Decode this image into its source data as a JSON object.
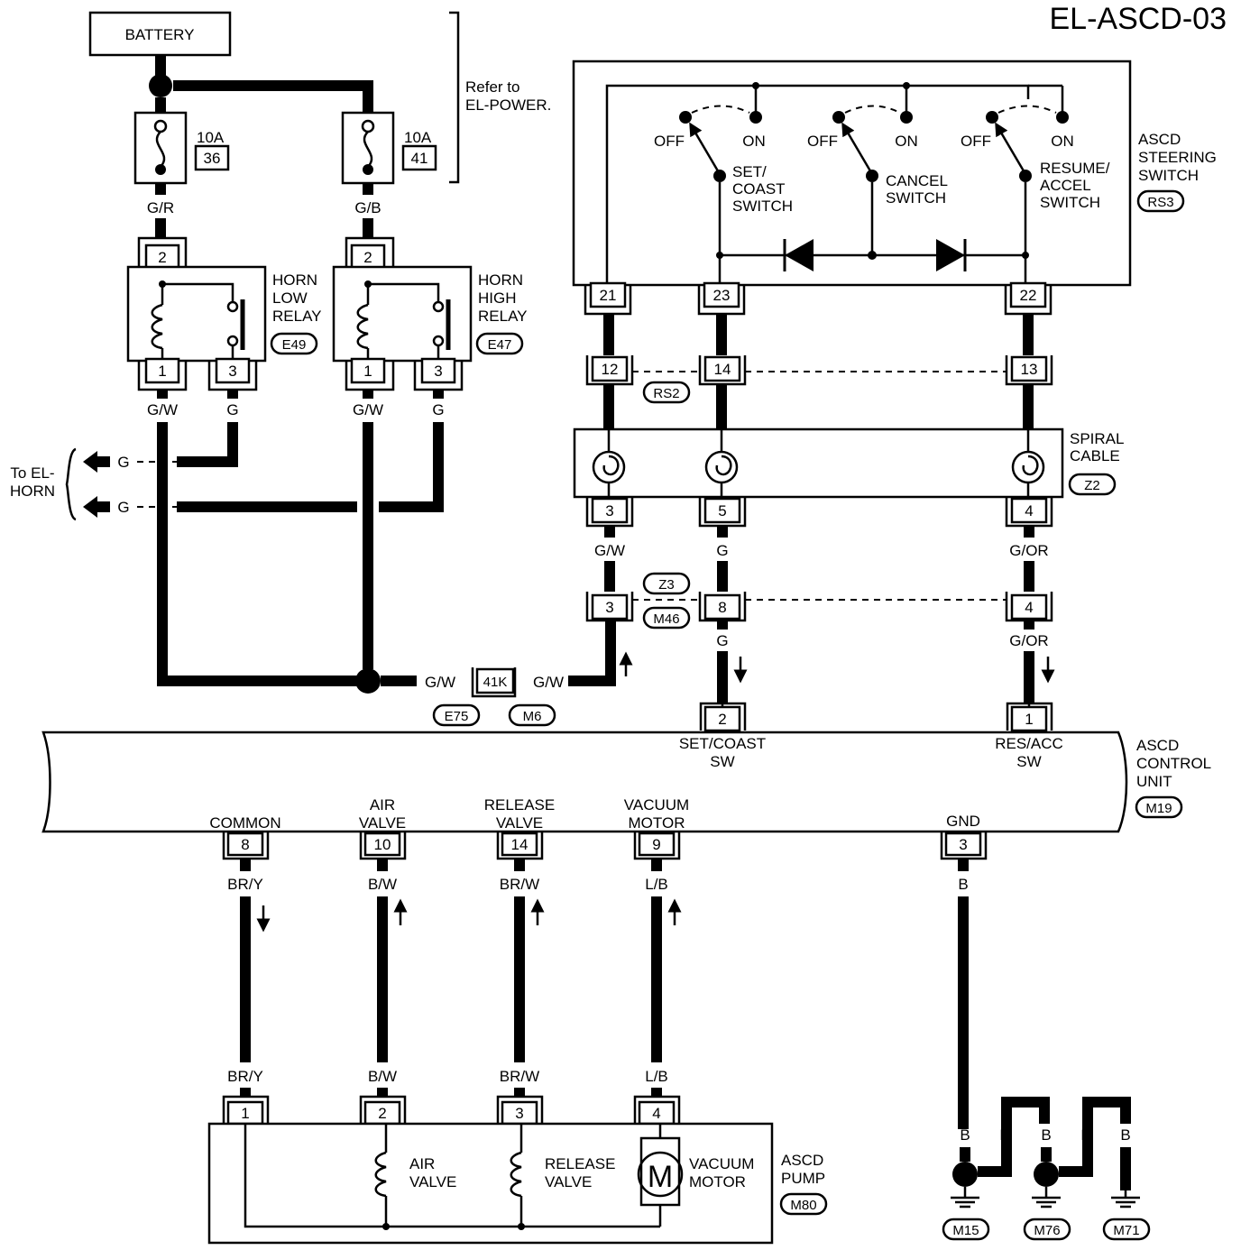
{
  "page_title": "EL-ASCD-03",
  "battery": "BATTERY",
  "refer_note": [
    "Refer to",
    "EL-POWER."
  ],
  "fuses": [
    {
      "amp": "10A",
      "num": "36"
    },
    {
      "amp": "10A",
      "num": "41"
    }
  ],
  "wire_colors": {
    "gr": "G/R",
    "gb": "G/B",
    "gw": "G/W",
    "g": "G",
    "gor": "G/OR",
    "bry": "BR/Y",
    "bw": "B/W",
    "brw": "BR/W",
    "lb": "L/B",
    "b": "B"
  },
  "relays": [
    {
      "name": [
        "HORN",
        "LOW",
        "RELAY"
      ],
      "code": "E49",
      "pins": [
        "2",
        "1",
        "3"
      ]
    },
    {
      "name": [
        "HORN",
        "HIGH",
        "RELAY"
      ],
      "code": "E47",
      "pins": [
        "2",
        "1",
        "3"
      ]
    }
  ],
  "to_horn": [
    "To EL-",
    "HORN"
  ],
  "steering_switch": {
    "name": [
      "ASCD",
      "STEERING",
      "SWITCH"
    ],
    "code": "RS3",
    "off": "OFF",
    "on": "ON",
    "switches": [
      [
        "SET/",
        "COAST",
        "SWITCH"
      ],
      [
        "CANCEL",
        "SWITCH"
      ],
      [
        "RESUME/",
        "ACCEL",
        "SWITCH"
      ]
    ],
    "pins": [
      "21",
      "23",
      "22"
    ]
  },
  "rs2": {
    "code": "RS2",
    "pins": [
      "12",
      "14",
      "13"
    ]
  },
  "spiral_cable": {
    "name": [
      "SPIRAL",
      "CABLE"
    ],
    "code": "Z2",
    "pins": [
      "3",
      "5",
      "4"
    ]
  },
  "z3m46": {
    "codes": [
      "Z3",
      "M46"
    ],
    "pins": [
      "3",
      "8",
      "4"
    ]
  },
  "joint": {
    "pin": "41K",
    "codes": [
      "E75",
      "M6"
    ]
  },
  "control_unit": {
    "name": [
      "ASCD",
      "CONTROL",
      "UNIT"
    ],
    "code": "M19",
    "top_pins": [
      {
        "pin": "2",
        "label": [
          "SET/COAST",
          "SW"
        ]
      },
      {
        "pin": "1",
        "label": [
          "RES/ACC",
          "SW"
        ]
      }
    ],
    "bottom_pins": [
      {
        "pin": "8",
        "label": [
          "COMMON"
        ]
      },
      {
        "pin": "10",
        "label": [
          "AIR",
          "VALVE"
        ]
      },
      {
        "pin": "14",
        "label": [
          "RELEASE",
          "VALVE"
        ]
      },
      {
        "pin": "9",
        "label": [
          "VACUUM",
          "MOTOR"
        ]
      },
      {
        "pin": "3",
        "label": [
          "GND"
        ]
      }
    ]
  },
  "pump": {
    "name": [
      "ASCD",
      "PUMP"
    ],
    "code": "M80",
    "pins": [
      "1",
      "2",
      "3",
      "4"
    ],
    "air_valve": [
      "AIR",
      "VALVE"
    ],
    "release_valve": [
      "RELEASE",
      "VALVE"
    ],
    "vacuum_motor": [
      "VACUUM",
      "MOTOR"
    ],
    "motor_symbol": "M"
  },
  "grounds": [
    "M15",
    "M76",
    "M71"
  ]
}
